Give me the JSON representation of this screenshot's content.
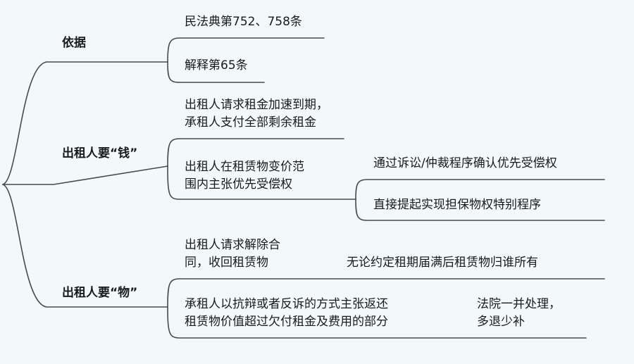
{
  "branches": {
    "basis": {
      "label": "依据",
      "children": [
        "民法典第752、758条",
        "解释第65条"
      ]
    },
    "money": {
      "label": "出租人要“钱”",
      "child1": {
        "line1": "出租人请求租金加速到期，",
        "line2": "承租人支付全部剩余租金"
      },
      "child2": {
        "line1": "出租人在租赁物变价范",
        "line2": "围内主张优先受偿权",
        "children": [
          "通过诉讼/仲裁程序确认优先受偿权",
          "直接提起实现担保物权特别程序"
        ]
      }
    },
    "property": {
      "label": "出租人要“物”",
      "child1": {
        "line1": "出租人请求解除合",
        "line2": "同，收回租赁物",
        "note": "无论约定租期届满后租赁物归谁所有"
      },
      "child2": {
        "line1": "承租人以抗辩或者反诉的方式主张返还",
        "line2": "租赁物价值超过欠付租金及费用的部分",
        "note_line1": "法院一并处理，",
        "note_line2": "多退少补"
      }
    }
  },
  "colors": {
    "line": "#4a4a4a",
    "background": "#f3f8fa"
  }
}
